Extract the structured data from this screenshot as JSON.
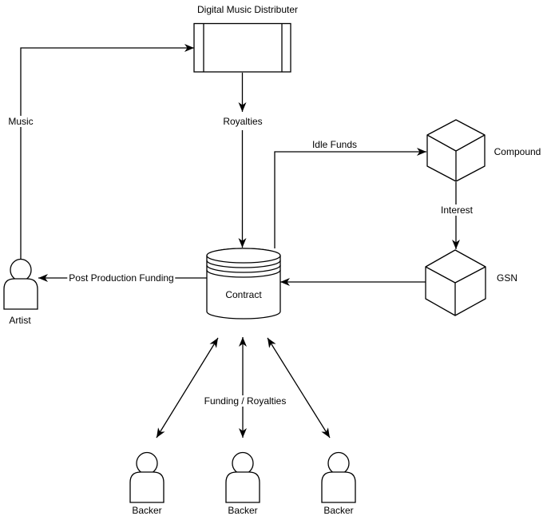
{
  "diagram": {
    "colors": {
      "background": "#ffffff",
      "stroke": "#000000",
      "text": "#000000"
    },
    "nodes": {
      "distributor": {
        "label": "Digital Music Distributer",
        "shape": "process-box"
      },
      "contract": {
        "label": "Contract",
        "shape": "stacked-cylinder"
      },
      "compound": {
        "label": "Compound",
        "shape": "isometric-cube"
      },
      "gsn": {
        "label": "GSN",
        "shape": "isometric-cube"
      },
      "artist": {
        "label": "Artist",
        "shape": "person"
      },
      "backer_1": {
        "label": "Backer",
        "shape": "person"
      },
      "backer_2": {
        "label": "Backer",
        "shape": "person"
      },
      "backer_3": {
        "label": "Backer",
        "shape": "person"
      }
    },
    "edges": {
      "music": {
        "label": "Music",
        "from": "artist",
        "to": "distributor"
      },
      "royalties": {
        "label": "Royalties",
        "from": "distributor",
        "to": "contract"
      },
      "idle_funds": {
        "label": "Idle Funds",
        "from": "contract",
        "to": "compound"
      },
      "interest": {
        "label": "Interest",
        "from": "compound",
        "to": "gsn"
      },
      "gsn_to_contract": {
        "label": "",
        "from": "gsn",
        "to": "contract"
      },
      "post_production": {
        "label": "Post Production Funding",
        "from": "contract",
        "to": "artist"
      },
      "funding_royalties": {
        "label": "Funding / Royalties",
        "from": "contract",
        "to": "backers",
        "bidirectional": true
      }
    }
  }
}
